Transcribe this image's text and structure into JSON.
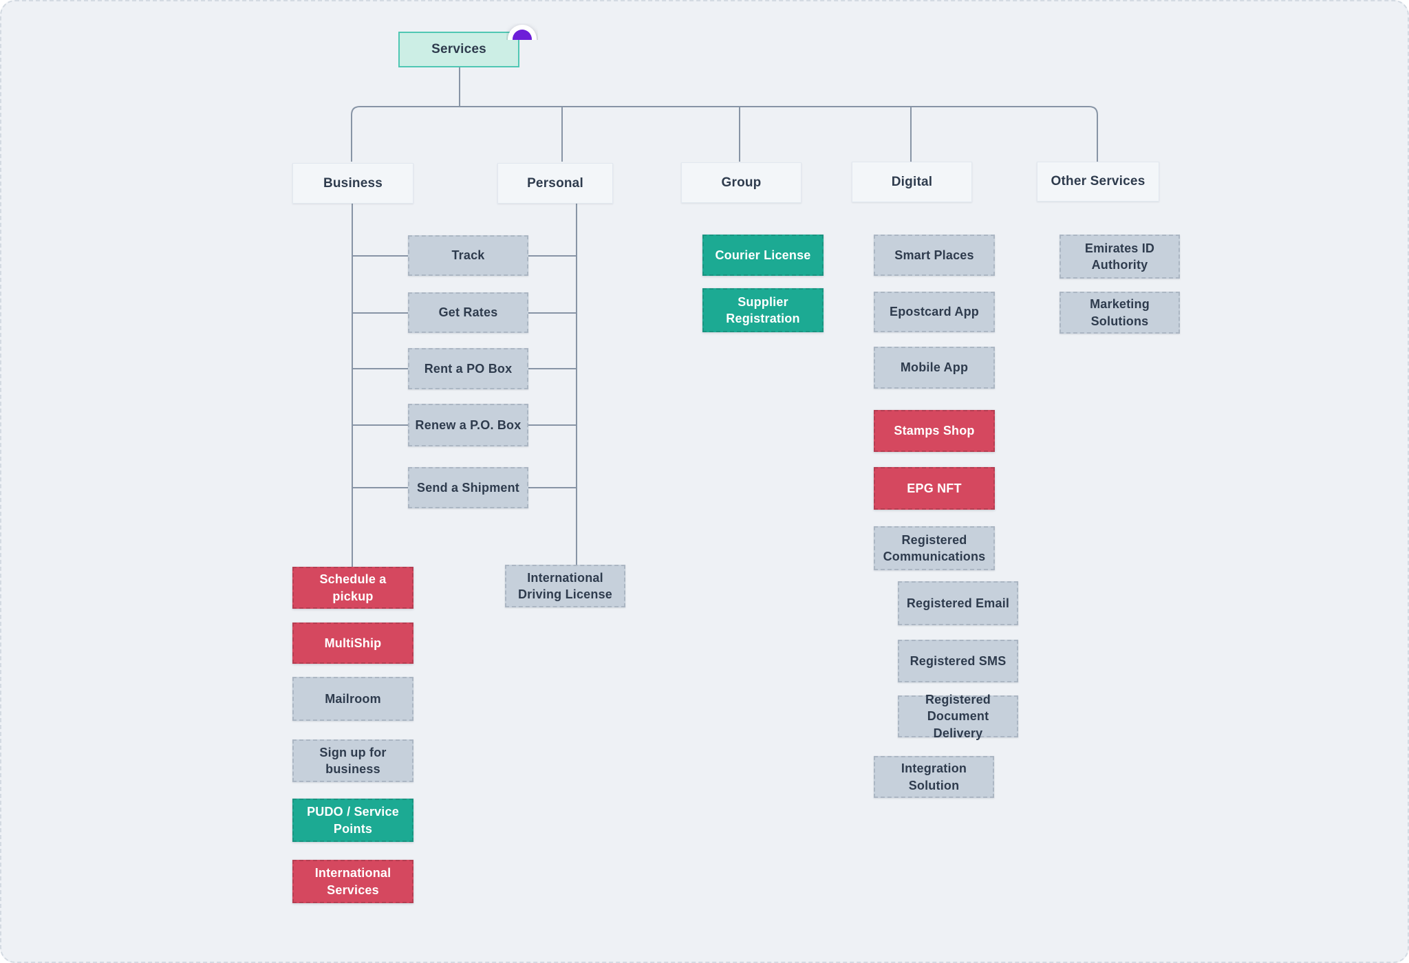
{
  "palette": {
    "canvas_background": "#eef1f5",
    "connector_color": "#8794a5",
    "node_gray": "#c6d0db",
    "node_red": "#d5485f",
    "node_teal": "#1caa93",
    "root_fill": "#cceee5",
    "root_border": "#4fc7b3",
    "category_fill": "#f3f6f9",
    "text_dark": "#2e3b4d",
    "text_light": "#ffffff",
    "collaborator_color": "#6d1fd8"
  },
  "mindmap": {
    "root": {
      "label": "Services"
    },
    "shared_business_personal": [
      {
        "label": "Track",
        "color": "gray"
      },
      {
        "label": "Get Rates",
        "color": "gray"
      },
      {
        "label": "Rent a PO Box",
        "color": "gray"
      },
      {
        "label": "Renew a P.O. Box",
        "color": "gray"
      },
      {
        "label": "Send a Shipment",
        "color": "gray"
      }
    ],
    "branches": [
      {
        "label": "Business",
        "children": [
          {
            "label": "Schedule a pickup",
            "color": "red"
          },
          {
            "label": "MultiShip",
            "color": "red"
          },
          {
            "label": "Mailroom",
            "color": "gray"
          },
          {
            "label": "Sign up for business",
            "color": "gray"
          },
          {
            "label": "PUDO / Service Points",
            "color": "teal"
          },
          {
            "label": "International Services",
            "color": "red"
          }
        ]
      },
      {
        "label": "Personal",
        "children": [
          {
            "label": "International Driving License",
            "color": "gray"
          }
        ]
      },
      {
        "label": "Group",
        "children": [
          {
            "label": "Courier License",
            "color": "teal"
          },
          {
            "label": "Supplier Registration",
            "color": "teal"
          }
        ]
      },
      {
        "label": "Digital",
        "children": [
          {
            "label": "Smart Places",
            "color": "gray"
          },
          {
            "label": "Epostcard App",
            "color": "gray"
          },
          {
            "label": "Mobile App",
            "color": "gray"
          },
          {
            "label": "Stamps Shop",
            "color": "red"
          },
          {
            "label": "EPG NFT",
            "color": "red"
          },
          {
            "label": "Registered Communications",
            "color": "gray"
          },
          {
            "label": "Registered Email",
            "color": "gray"
          },
          {
            "label": "Registered SMS",
            "color": "gray"
          },
          {
            "label": "Registered Document Delivery",
            "color": "gray"
          },
          {
            "label": "Integration Solution",
            "color": "gray"
          }
        ]
      },
      {
        "label": "Other Services",
        "children": [
          {
            "label": "Emirates ID Authority",
            "color": "gray"
          },
          {
            "label": "Marketing Solutions",
            "color": "gray"
          }
        ]
      }
    ]
  }
}
